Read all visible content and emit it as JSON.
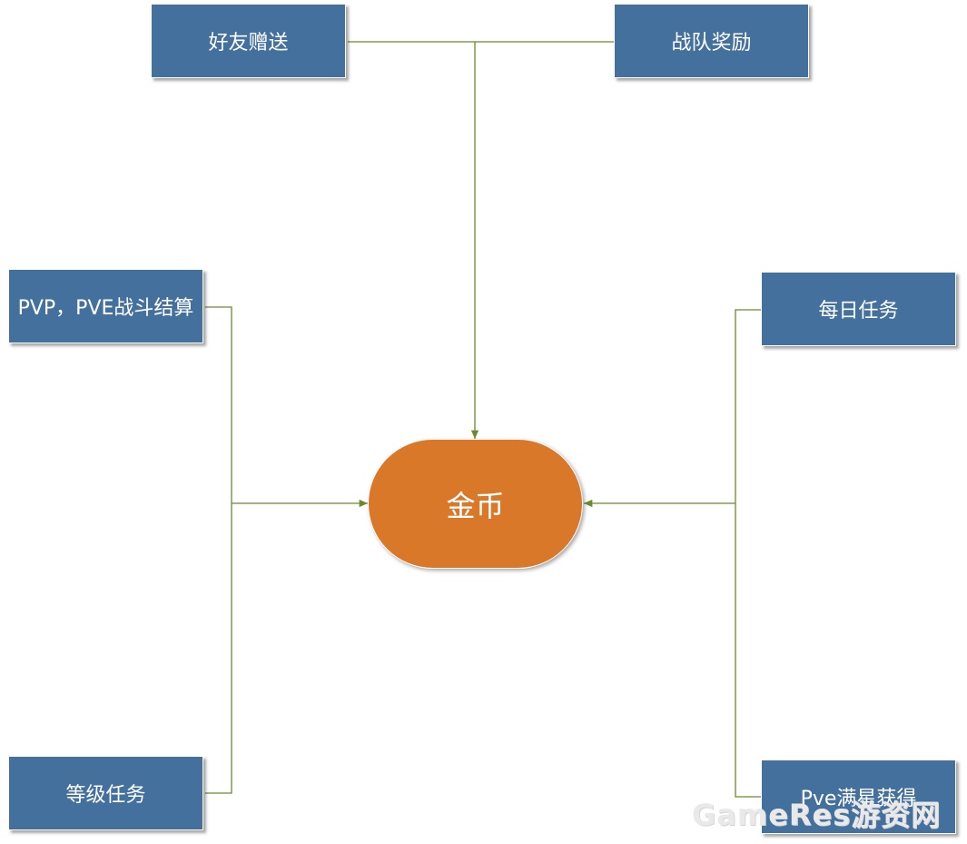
{
  "center": {
    "label": "金币",
    "color": "#d97829"
  },
  "sources": {
    "friend_gift": "好友赠送",
    "team_reward": "战队奖励",
    "battle_settlement": "PVP，PVE战斗结算",
    "daily_task": "每日任务",
    "level_task": "等级任务",
    "pve_full_star": "Pve满星获得"
  },
  "colors": {
    "box_fill": "#44709d",
    "connector": "#6b8a2e",
    "text": "#ffffff"
  },
  "watermark": "GameRes游资网"
}
